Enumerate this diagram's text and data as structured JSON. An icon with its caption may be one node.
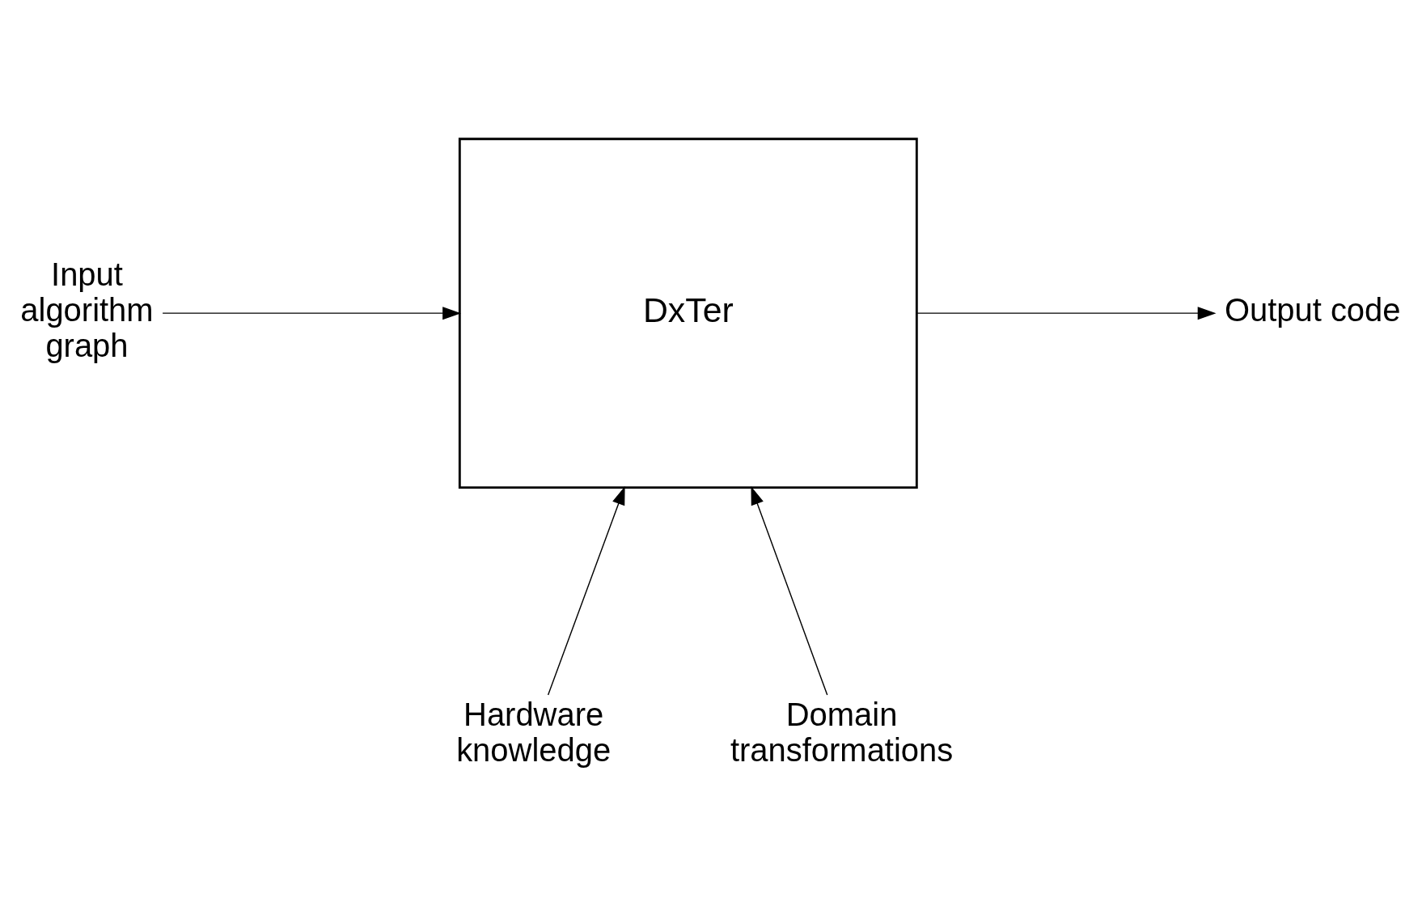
{
  "diagram": {
    "nodes": [
      {
        "text": [
          "Input algorithm graph"
        ]
      },
      {
        "text": [
          "DxTer"
        ]
      },
      {
        "text": [
          "Output code"
        ]
      },
      {
        "text": [
          "Hardware knowledge"
        ]
      },
      {
        "text": [
          "Domain transformations"
        ]
      }
    ],
    "edges": [
      {
        "from": 0,
        "to": 1,
        "arrow": "to"
      },
      {
        "from": 1,
        "to": 2,
        "arrow": "to"
      },
      {
        "from": 3,
        "to": 1,
        "arrow": "to"
      },
      {
        "from": 4,
        "to": 1,
        "arrow": "to"
      }
    ]
  }
}
